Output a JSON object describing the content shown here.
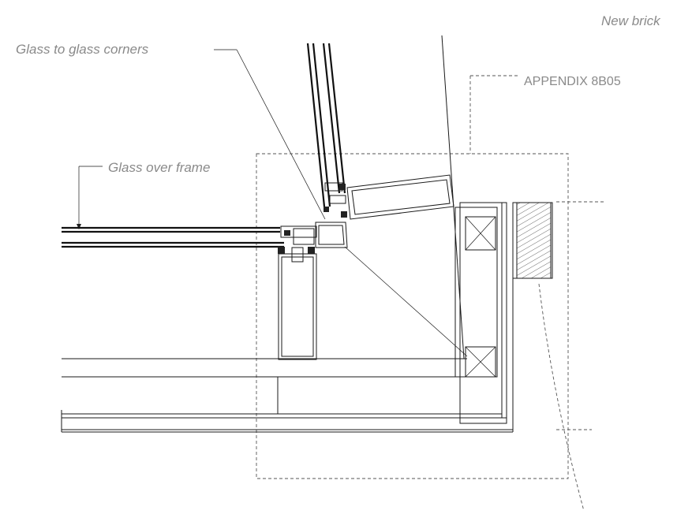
{
  "labels": {
    "new_brick": "New brick",
    "glass_corners": "Glass to glass corners",
    "appendix": "APPENDIX 8B05",
    "glass_over_frame": "Glass over frame"
  },
  "icons": {
    "leader_arrow": "arrow-icon"
  }
}
